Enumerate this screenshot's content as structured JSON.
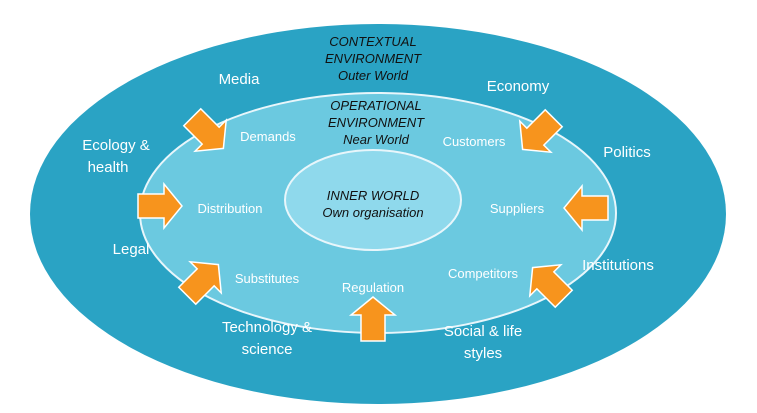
{
  "colors": {
    "outer": "#2aa3c4",
    "middle": "#6bc9e0",
    "inner": "#8fd9ec",
    "ring_stroke": "#e8f6fb",
    "arrow": "#f7941d",
    "arrow_stroke": "#ffffff"
  },
  "titles": {
    "contextual_line1": "CONTEXTUAL",
    "contextual_line2": "ENVIRONMENT",
    "contextual_line3": "Outer World",
    "operational_line1": "OPERATIONAL",
    "operational_line2": "ENVIRONMENT",
    "operational_line3": "Near World",
    "inner_line1": "INNER WORLD",
    "inner_line2": "Own organisation"
  },
  "outer_labels": {
    "media": "Media",
    "economy": "Economy",
    "ecology_line1": "Ecology &",
    "ecology_line2": "health",
    "politics": "Politics",
    "legal": "Legal",
    "institutions": "Institutions",
    "technology_line1": "Technology &",
    "technology_line2": "science",
    "social_line1": "Social & life",
    "social_line2": "styles"
  },
  "operational_labels": {
    "demands": "Demands",
    "customers": "Customers",
    "distribution": "Distribution",
    "suppliers": "Suppliers",
    "substitutes": "Substitutes",
    "competitors": "Competitors",
    "regulation": "Regulation"
  },
  "arrows": [
    {
      "id": "arrow-media",
      "direction": "down-right"
    },
    {
      "id": "arrow-economy",
      "direction": "down-left"
    },
    {
      "id": "arrow-ecology",
      "direction": "right"
    },
    {
      "id": "arrow-politics",
      "direction": "left"
    },
    {
      "id": "arrow-technology",
      "direction": "up-right"
    },
    {
      "id": "arrow-institutions",
      "direction": "up-left"
    },
    {
      "id": "arrow-regulation",
      "direction": "up"
    }
  ]
}
